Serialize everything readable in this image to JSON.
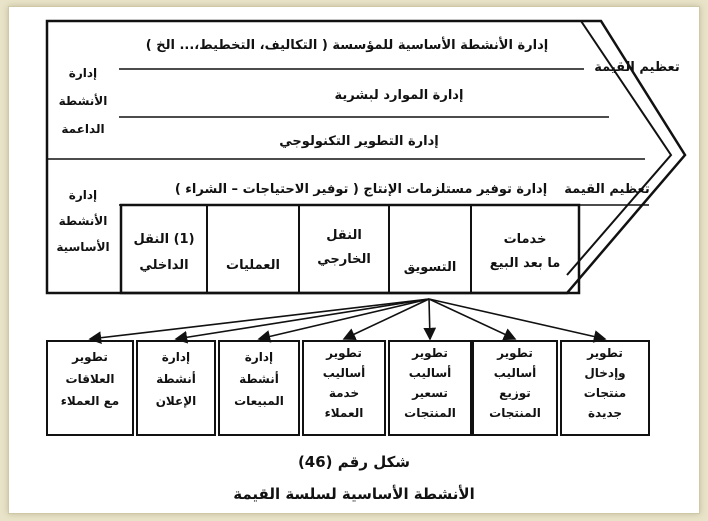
{
  "value_chain": {
    "margin_label_top": "تعظيم القيمة",
    "margin_label_mid": "تعظيم القيمة",
    "support_group_label": [
      "إدارة",
      "الأنشطة",
      "الداعمة"
    ],
    "primary_group_label": [
      "إدارة",
      "الأنشطة",
      "الأساسية"
    ],
    "support_activities": [
      "إدارة الأنشطة الأساسية للمؤسسة ( التكاليف، التخطيط،... الخ )",
      "إدارة الموارد لبشرية",
      "إدارة التطوير التكنولوجي",
      "إدارة توفير مستلزمات الإنتاج ( توفير الاحتياجات – الشراء )"
    ],
    "primary_activities": [
      [
        "(1) النقل",
        "الداخلي"
      ],
      [
        "العمليات"
      ],
      [
        "النقل",
        "الخارجي"
      ],
      [
        "التسويق"
      ],
      [
        "خدمات",
        "ما بعد البيع"
      ]
    ],
    "marketing_subactivities": [
      [
        "تطوير",
        "العلاقات",
        "مع العملاء"
      ],
      [
        "إدارة",
        "أنشطة",
        "الإعلان"
      ],
      [
        "إدارة",
        "أنشطة",
        "المبيعات"
      ],
      [
        "تطوير",
        "أساليب",
        "خدمة",
        "العملاء"
      ],
      [
        "تطوير",
        "أساليب",
        "تسعير",
        "المنتجات"
      ],
      [
        "تطوير",
        "أساليب",
        "توزيع",
        "المنتجات"
      ],
      [
        "تطوير",
        "وإدخال",
        "منتجات",
        "جديدة"
      ]
    ]
  },
  "caption": {
    "figure_number": "شكل رقم (46)",
    "figure_title": "الأنشطة الأساسية لسلسة القيمة"
  }
}
